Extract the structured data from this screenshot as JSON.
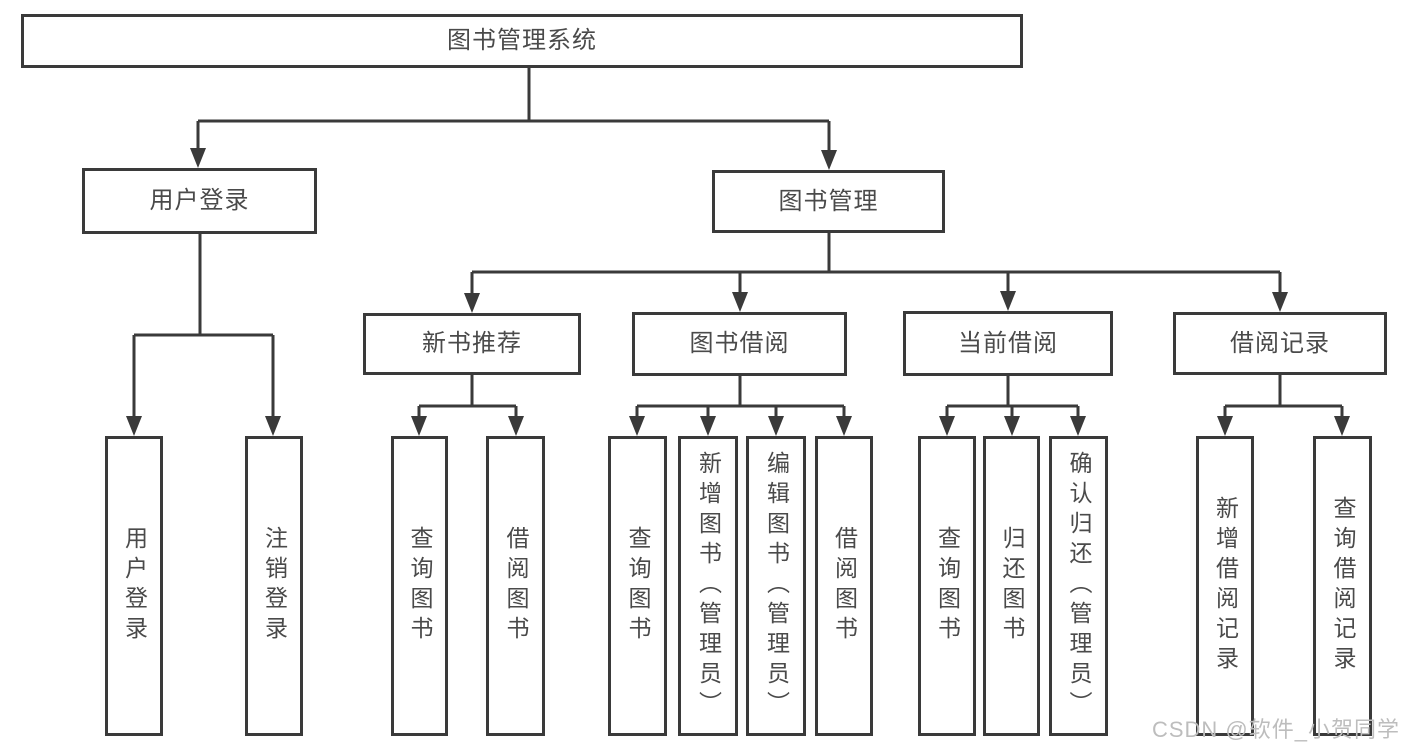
{
  "diagram": {
    "title": "图书管理系统",
    "root": {
      "label": "图书管理系统"
    },
    "level2": {
      "user_login": {
        "label": "用户登录"
      },
      "book_mgmt": {
        "label": "图书管理"
      }
    },
    "level3": {
      "new_book": {
        "label": "新书推荐"
      },
      "book_borrow": {
        "label": "图书借阅"
      },
      "current_borrow": {
        "label": "当前借阅"
      },
      "borrow_record": {
        "label": "借阅记录"
      }
    },
    "leaves": {
      "user_login": [
        "用户登录",
        "注销登录"
      ],
      "new_book": [
        "查询图书",
        "借阅图书"
      ],
      "book_borrow": [
        "查询图书",
        "新增图书（管理员）",
        "编辑图书（管理员）",
        "借阅图书"
      ],
      "current_borrow": [
        "查询图书",
        "归还图书",
        "确认归还（管理员）"
      ],
      "borrow_record": [
        "新增借阅记录",
        "查询借阅记录"
      ]
    },
    "watermark": "CSDN @软件_小贺同学",
    "colors": {
      "line": "#3a3a3a",
      "text": "#4a4a4a",
      "watermark": "#bdbdbd",
      "background": "#ffffff"
    }
  }
}
